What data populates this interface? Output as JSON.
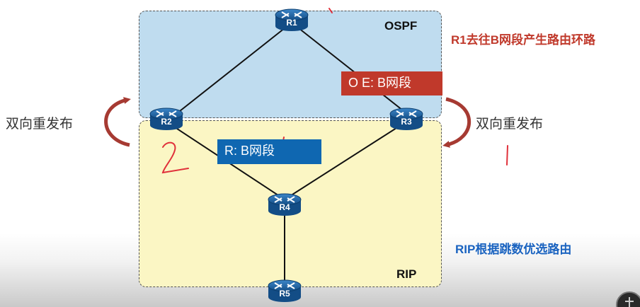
{
  "zones": {
    "ospf": "OSPF",
    "rip": "RIP"
  },
  "routers": [
    {
      "id": "R1"
    },
    {
      "id": "R2"
    },
    {
      "id": "R3"
    },
    {
      "id": "R4"
    },
    {
      "id": "R5"
    }
  ],
  "routes": {
    "ospf_external": "O E: B网段",
    "rip": "R: B网段"
  },
  "redistribution": {
    "left": "双向重发布",
    "right": "双向重发布"
  },
  "notes": {
    "ospf_loop": "R1去往B网段产生路由环路",
    "rip_hop": "RIP根据跳数优选路由"
  },
  "handwriting": {
    "left_number": "2",
    "right_number": "1"
  },
  "colors": {
    "ospf_zone": "#bfdcef",
    "rip_zone": "#fbf6c4",
    "router": "#1d63a8",
    "route_red": "#c0392b",
    "route_blue": "#0f67b1",
    "arrow": "#a63a32"
  }
}
